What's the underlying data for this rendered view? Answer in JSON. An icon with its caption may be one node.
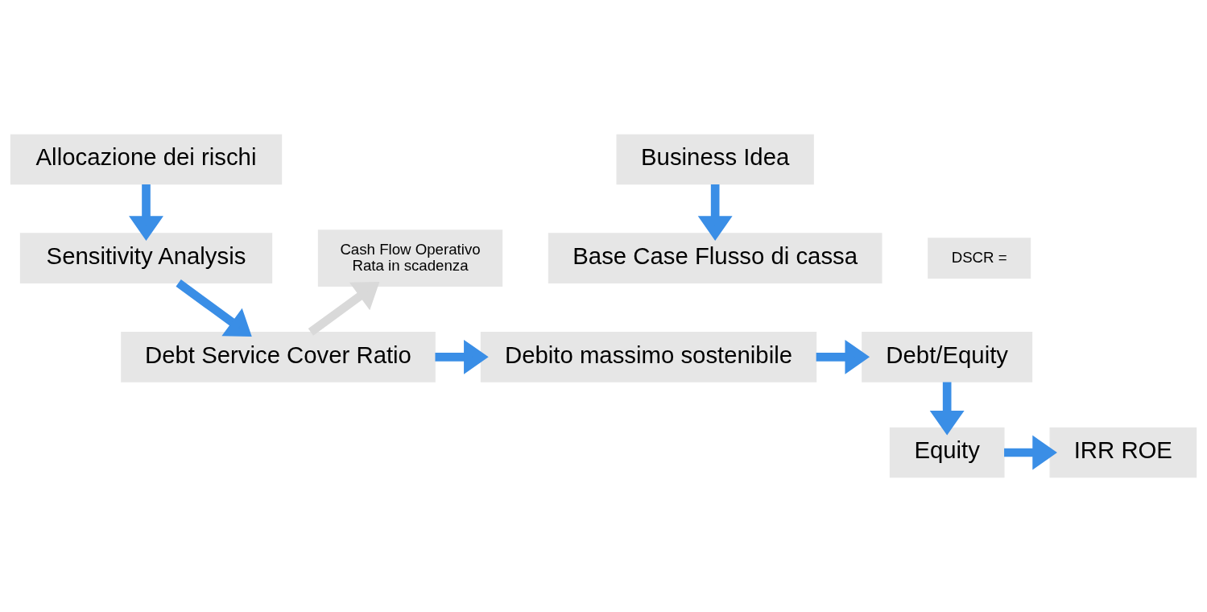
{
  "diagram": {
    "nodes": [
      {
        "text": [
          "Allocazione dei rischi"
        ]
      },
      {
        "text": [
          "Business Idea"
        ]
      },
      {
        "text": [
          "DSCR ="
        ]
      },
      {
        "text": [
          "Cash Flow Operativo",
          "Rata in scadenza"
        ]
      },
      {
        "text": [
          "Sensitivity Analysis"
        ]
      },
      {
        "text": [
          "Base Case Flusso di cassa"
        ]
      },
      {
        "text": [
          "Debt Service Cover Ratio"
        ]
      },
      {
        "text": [
          "Debito massimo sostenibile"
        ]
      },
      {
        "text": [
          "Debt/Equity"
        ]
      },
      {
        "text": [
          "IRR ROE"
        ]
      },
      {
        "text": [
          "Equity"
        ]
      }
    ],
    "edges": [
      {
        "from": 0,
        "to": 4,
        "arrow": "to"
      },
      {
        "from": 1,
        "to": 5,
        "arrow": "to"
      },
      {
        "from": 4,
        "to": 6,
        "arrow": "to"
      },
      {
        "from": 6,
        "to": 3,
        "arrow": "to",
        "color": "#d9d9d9"
      },
      {
        "from": 6,
        "to": 7,
        "arrow": "to"
      },
      {
        "from": 7,
        "to": 8,
        "arrow": "to"
      },
      {
        "from": 8,
        "to": 10,
        "arrow": "to"
      },
      {
        "from": 10,
        "to": 9,
        "arrow": "to"
      }
    ]
  }
}
